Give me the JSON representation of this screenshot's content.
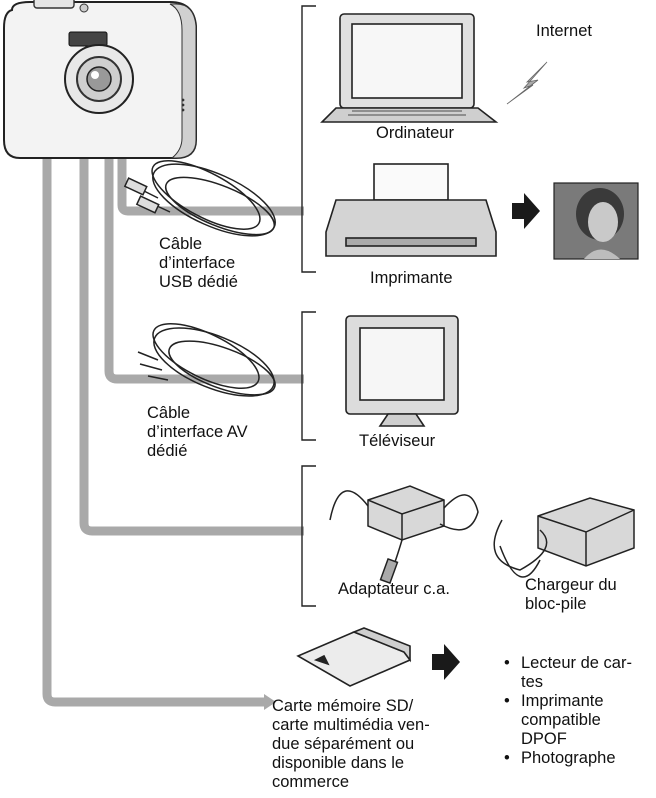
{
  "labels": {
    "internet": "Internet",
    "ordinateur": "Ordinateur",
    "imprimante": "Imprimante",
    "cable_usb": "Câble\nd’interface\nUSB dédié",
    "cable_av": "Câble\nd’interface AV\ndédié",
    "televiseur": "Téléviseur",
    "adaptateur": "Adaptateur c.a.",
    "chargeur": "Chargeur du\nbloc-pile",
    "carte": "Carte mémoire SD/\ncarte multimédia ven-\ndue séparément ou\ndisponible dans le\ncommerce"
  },
  "bullets": [
    {
      "text": "Lecteur de car-\ntes"
    },
    {
      "text": "Imprimante\ncompatible\nDPOF"
    },
    {
      "text": "Photographe"
    }
  ],
  "colors": {
    "connector": "#a9a9a9",
    "arrow": "#1a1a1a"
  }
}
